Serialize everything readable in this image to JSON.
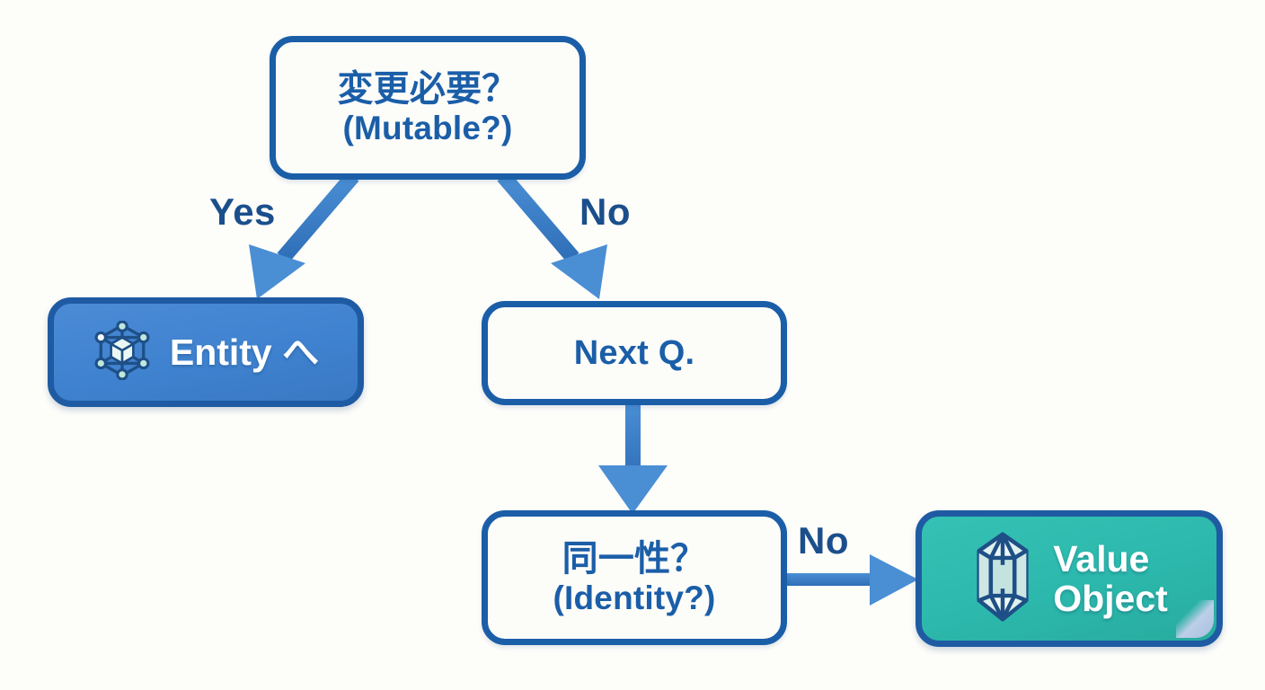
{
  "diagram": {
    "title": "Entity vs Value Object decision flow",
    "background_color": "#fdfdfa",
    "accent_colors": {
      "border_blue": "#1b5ea8",
      "arrow_blue": "#3d82cc",
      "entity_fill": "#3f82cf",
      "value_object_fill": "#2cb8ac",
      "label_blue": "#1b4f8c",
      "text_white": "#ffffff"
    }
  },
  "nodes": {
    "mutable": {
      "id": "mutable-question",
      "line_jp": "変更必要？",
      "line_en": "(Mutable?)",
      "kind": "decision"
    },
    "entity": {
      "id": "entity-result",
      "label": "Entity へ",
      "icon": "network-cube-icon",
      "kind": "result"
    },
    "next_q": {
      "id": "next-question",
      "label": "Next Q.",
      "kind": "decision"
    },
    "identity": {
      "id": "identity-question",
      "line_jp": "同一性？",
      "line_en": "(Identity?)",
      "kind": "decision"
    },
    "value_object": {
      "id": "value-object-result",
      "label": "Value\nObject",
      "icon": "crystal-gem-icon",
      "kind": "result"
    }
  },
  "edges": [
    {
      "id": "mutable-to-entity",
      "from": "mutable",
      "to": "entity",
      "label": "Yes"
    },
    {
      "id": "mutable-to-next-q",
      "from": "mutable",
      "to": "next_q",
      "label": "No"
    },
    {
      "id": "next-q-to-identity",
      "from": "next_q",
      "to": "identity",
      "label": ""
    },
    {
      "id": "identity-to-value-object",
      "from": "identity",
      "to": "value_object",
      "label": "No"
    }
  ]
}
